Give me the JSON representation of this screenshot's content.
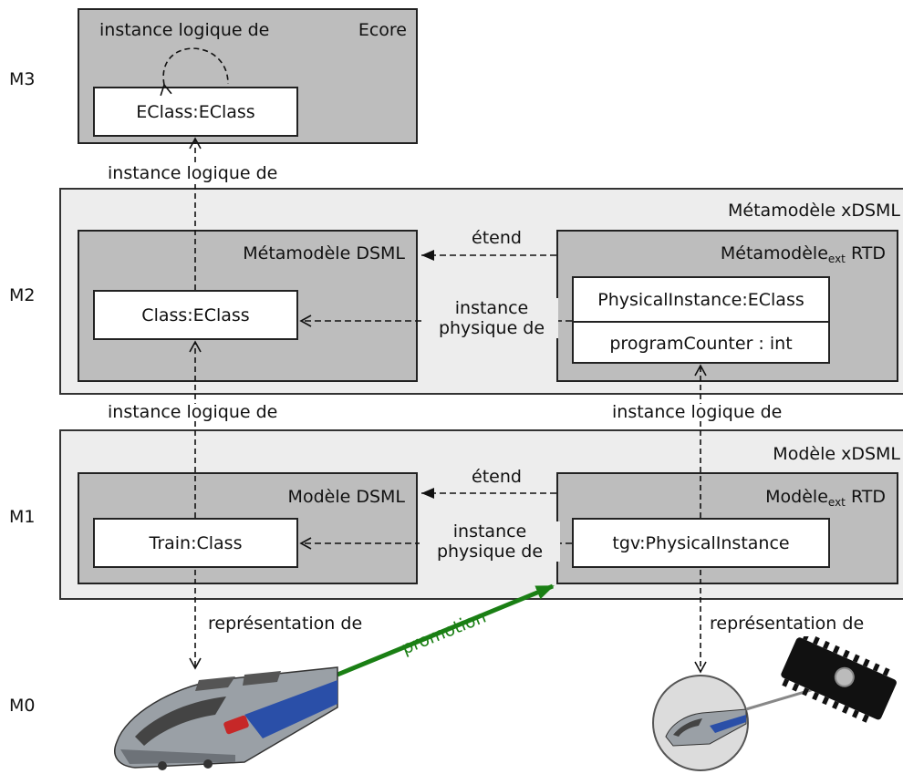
{
  "levels": {
    "m3": "M3",
    "m2": "M2",
    "m1": "M1",
    "m0": "M0"
  },
  "m3": {
    "frame_title": "Ecore",
    "self_loop_label": "instance logique de",
    "eclass_node": "EClass:EClass"
  },
  "m2": {
    "frame_title": "Métamodèle xDSML",
    "dsml_title": "Métamodèle DSML",
    "rtd_title_main": "Métamodèle",
    "rtd_title_sub": "ext",
    "rtd_title_tail": "RTD",
    "class_node": "Class:EClass",
    "physical_node_name": "PhysicalInstance:EClass",
    "physical_node_attr": "programCounter : int"
  },
  "m1": {
    "frame_title": "Modèle xDSML",
    "dsml_title": "Modèle DSML",
    "rtd_title_main": "Modèle",
    "rtd_title_sub": "ext",
    "rtd_title_tail": "RTD",
    "train_node": "Train:Class",
    "tgv_node": "tgv:PhysicalInstance"
  },
  "edges": {
    "logical_m2_m3": "instance logique de",
    "logical_m1_m2": "instance logique de",
    "logical_m1_m2_right": "instance logique de",
    "extends_m2": "étend",
    "extends_m1": "étend",
    "physical_m2_line1": "instance",
    "physical_m2_line2": "physique de",
    "physical_m1_line1": "instance",
    "physical_m1_line2": "physique de",
    "represents_left": "représentation de",
    "represents_right": "représentation de",
    "promotion": "promotion"
  },
  "colors": {
    "dark_box": "#bdbdbd",
    "light_box": "#ededed",
    "promotion_arrow": "#1a7f14",
    "tgv_blue": "#2a4fa8",
    "tgv_grey": "#9aa0a6"
  },
  "icons": {
    "train": "tgv-train-icon",
    "chip": "microchip-icon",
    "mini_train": "mini-train-icon"
  }
}
